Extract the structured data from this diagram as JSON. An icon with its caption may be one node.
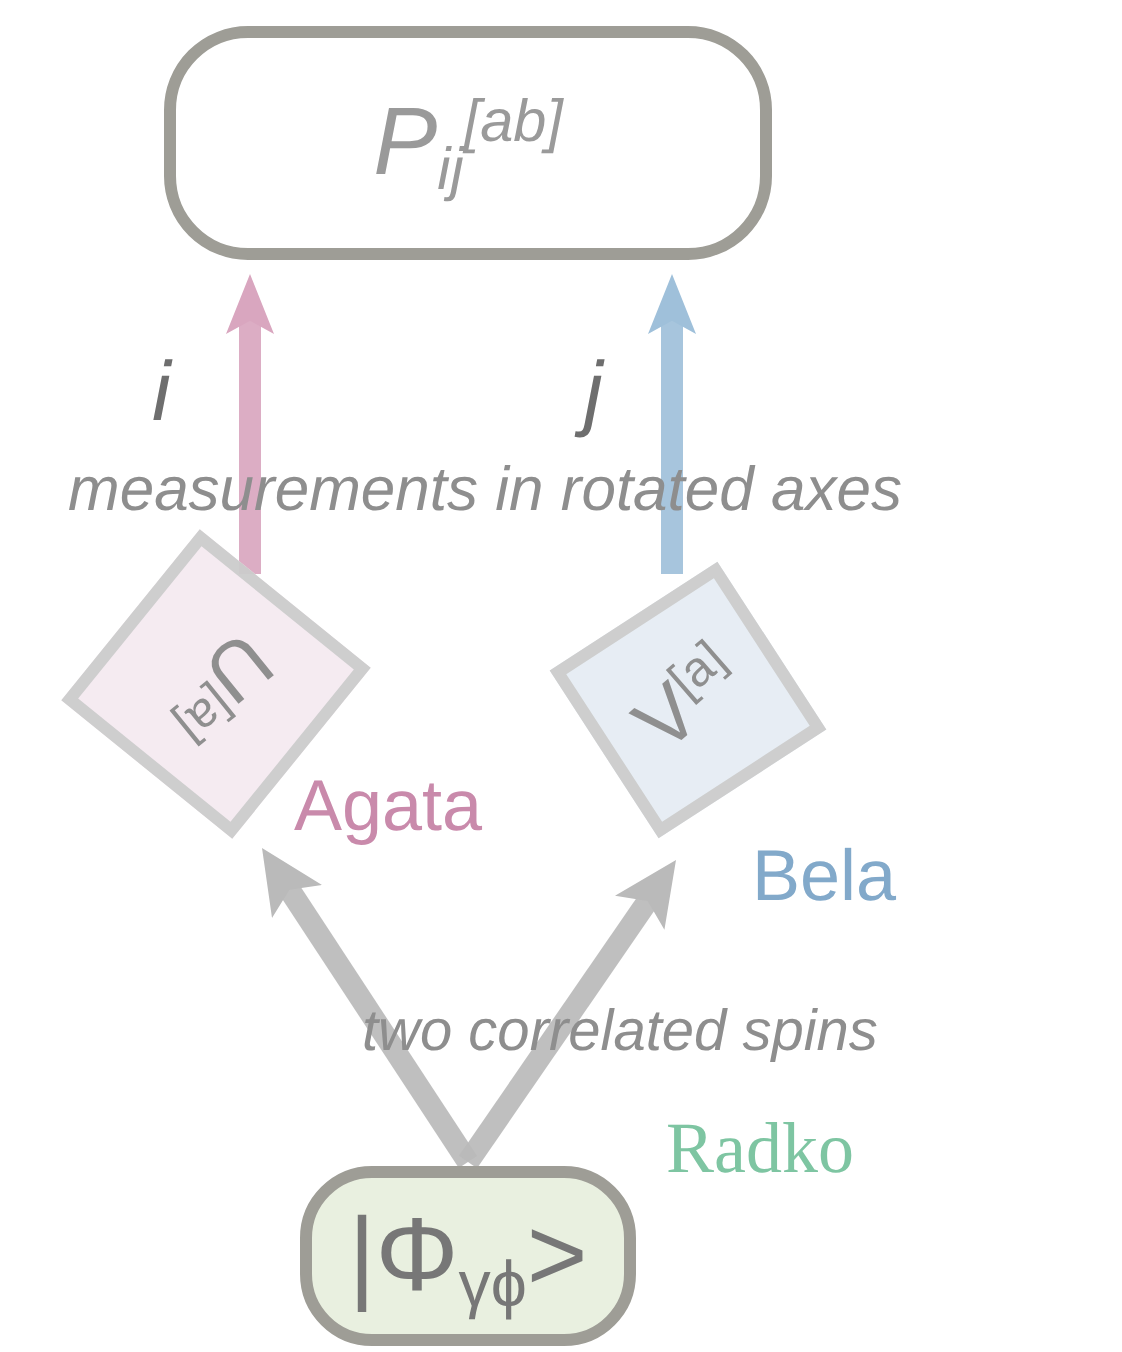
{
  "diagram": {
    "nodes": [
      {
        "text": [
          "P$_{ij}$$^{[ab]}$"
        ]
      },
      {
        "text": [
          "U$^{[a]}$"
        ],
        "beside": [
          "Agata"
        ]
      },
      {
        "text": [
          "V$^{[a]}$"
        ],
        "beside": [
          "Bela"
        ]
      },
      {
        "text": [
          "|Φ$_{γϕ}$>"
        ],
        "beside": [
          "Radko"
        ]
      }
    ],
    "edges": [
      {
        "from": 1,
        "to": 0,
        "arrow": "to",
        "label": "i",
        "color": "#d9a6bf"
      },
      {
        "from": 2,
        "to": 0,
        "arrow": "to",
        "label": "j",
        "color": "#9fc0da"
      },
      {
        "from": 3,
        "to": 1,
        "arrow": "to",
        "color": "#bababa"
      },
      {
        "from": 3,
        "to": 2,
        "arrow": "to",
        "color": "#bababa"
      }
    ],
    "labels": [
      "measurements in rotated axes",
      "two correlated spins"
    ]
  }
}
